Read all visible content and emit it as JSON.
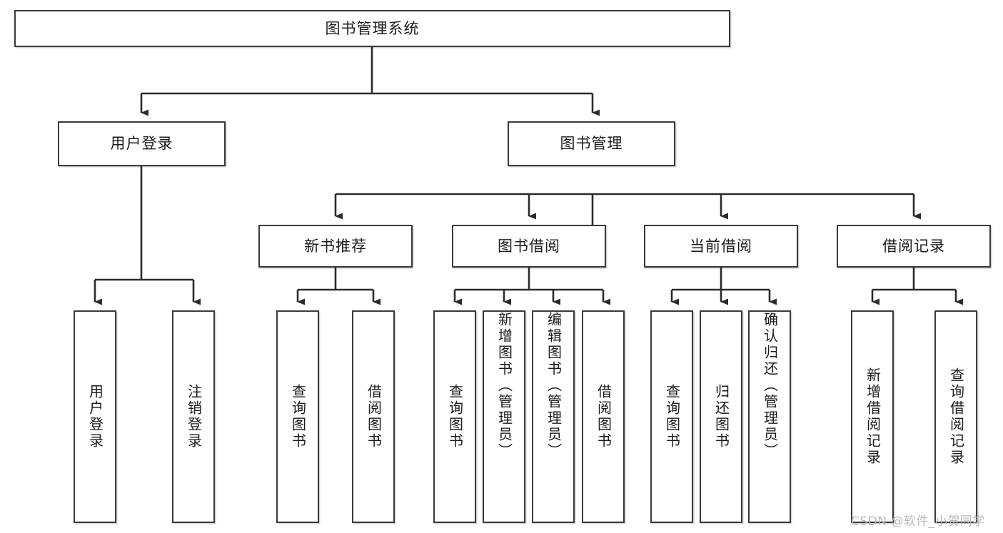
{
  "diagram": {
    "title": "图书管理系统",
    "type": "tree-hierarchy",
    "root": {
      "id": "root",
      "label": "图书管理系统"
    },
    "level2": [
      {
        "id": "user-login",
        "label": "用户登录"
      },
      {
        "id": "book-manage",
        "label": "图书管理"
      }
    ],
    "level3": [
      {
        "id": "new-book-rec",
        "label": "新书推荐"
      },
      {
        "id": "book-borrow",
        "label": "图书借阅"
      },
      {
        "id": "current-borrow",
        "label": "当前借阅"
      },
      {
        "id": "borrow-record",
        "label": "借阅记录"
      }
    ],
    "leaves": [
      {
        "id": "leaf-user-login",
        "label": "用户登录",
        "parent": "用户登录"
      },
      {
        "id": "leaf-logout",
        "label": "注销登录",
        "parent": "用户登录"
      },
      {
        "id": "leaf-query-book-1",
        "label": "查询图书",
        "parent": "新书推荐"
      },
      {
        "id": "leaf-borrow-book-1",
        "label": "借阅图书",
        "parent": "新书推荐"
      },
      {
        "id": "leaf-query-book-2",
        "label": "查询图书",
        "parent": "图书借阅"
      },
      {
        "id": "leaf-add-book",
        "label": "新增图书（管理员）",
        "parent": "图书借阅"
      },
      {
        "id": "leaf-edit-book",
        "label": "编辑图书（管理员）",
        "parent": "图书借阅"
      },
      {
        "id": "leaf-borrow-book-2",
        "label": "借阅图书",
        "parent": "图书借阅"
      },
      {
        "id": "leaf-query-book-3",
        "label": "查询图书",
        "parent": "当前借阅"
      },
      {
        "id": "leaf-return-book",
        "label": "归还图书",
        "parent": "当前借阅"
      },
      {
        "id": "leaf-confirm-return",
        "label": "确认归还（管理员）",
        "parent": "当前借阅"
      },
      {
        "id": "leaf-add-record",
        "label": "新增借阅记录",
        "parent": "借阅记录"
      },
      {
        "id": "leaf-query-record",
        "label": "查询借阅记录",
        "parent": "借阅记录"
      }
    ],
    "watermark": "CSDN @软件_小贺同学",
    "colors": {
      "box_border": "#3a3a3a",
      "box_fill": "#ffffff",
      "connector": "#2b2b2b",
      "text": "#1b1b1b",
      "watermark": "#b9b9b9"
    }
  }
}
